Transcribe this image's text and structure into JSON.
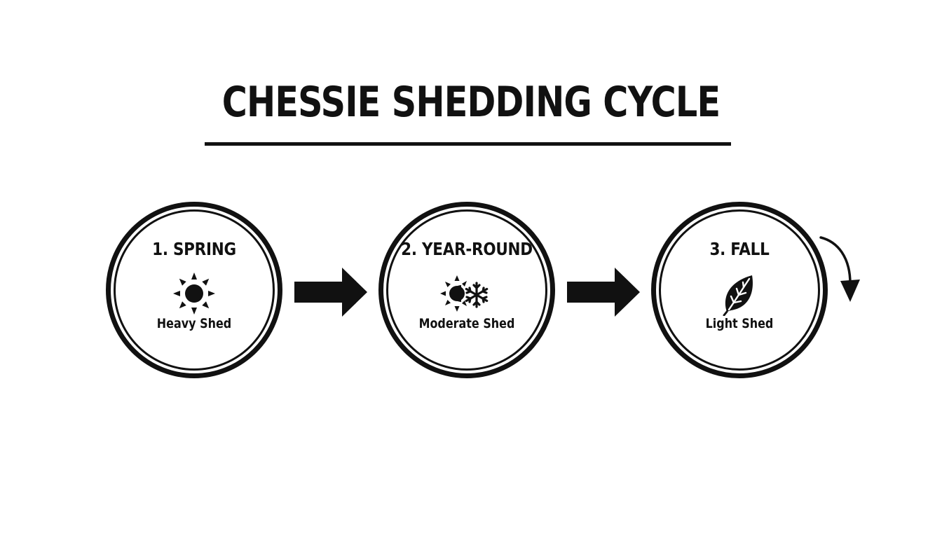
{
  "title": "CHESSIE SHEDDING CYCLE",
  "stages": [
    {
      "label": "1. SPRING",
      "description": "Heavy Shed",
      "icon": "sun-icon"
    },
    {
      "label": "2. YEAR-ROUND",
      "description": "Moderate Shed",
      "icon": "sun-snowflake-icon"
    },
    {
      "label": "3. FALL",
      "description": "Light Shed",
      "icon": "leaf-icon"
    }
  ],
  "colors": {
    "ink": "#111111",
    "background": "#ffffff"
  }
}
